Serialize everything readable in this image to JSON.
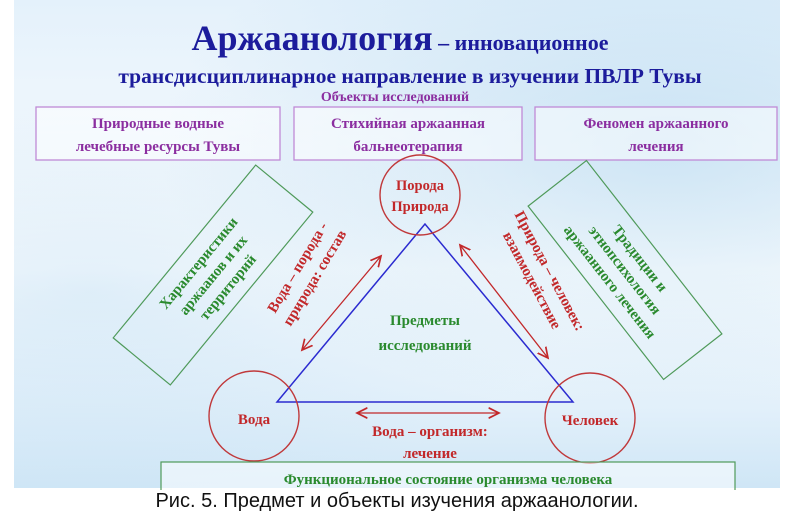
{
  "title": {
    "main": "Аржаанология",
    "dash_rest": " – инновационное",
    "line2": "трансдисциплинарное направление в изучении ПВЛР Тувы"
  },
  "objects": {
    "heading": "Объекты исследований",
    "boxes": [
      {
        "line1": "Природные водные",
        "line2": "лечебные ресурсы Тувы"
      },
      {
        "line1": "Стихийная аржаанная",
        "line2": "бальнеотерапия"
      },
      {
        "line1": "Феномен аржаанного",
        "line2": "лечения"
      }
    ]
  },
  "nodes": {
    "top": {
      "line1": "Порода",
      "line2": "Природа"
    },
    "left": "Вода",
    "right": "Человек"
  },
  "center": {
    "line1": "Предметы",
    "line2": "исследований"
  },
  "relations": {
    "left": {
      "line1": "Вода – порода -",
      "line2": "природа: состав"
    },
    "right": {
      "line1": "Природа – человек:",
      "line2": "взаимодействие"
    },
    "bottom": {
      "line1": "Вода – организм:",
      "line2": "лечение"
    }
  },
  "side_boxes": {
    "left": {
      "line1": "Характеристики",
      "line2": "аржаанов и их",
      "line3": "территорий"
    },
    "right": {
      "line1": "Традиции и",
      "line2": "этнопсихология",
      "line3": "аржаанного лечения"
    }
  },
  "bottom_box": "Функциональное состояние организма человека",
  "caption": "Рис. 5. Предмет и объекты изучения аржаанологии.",
  "colors": {
    "title": "#1c1c9c",
    "purple": "#8b2ea0",
    "purple_border": "#c08ad6",
    "red": "#c2282a",
    "green": "#2a8a2e",
    "blue_line": "#2b2bd0"
  }
}
